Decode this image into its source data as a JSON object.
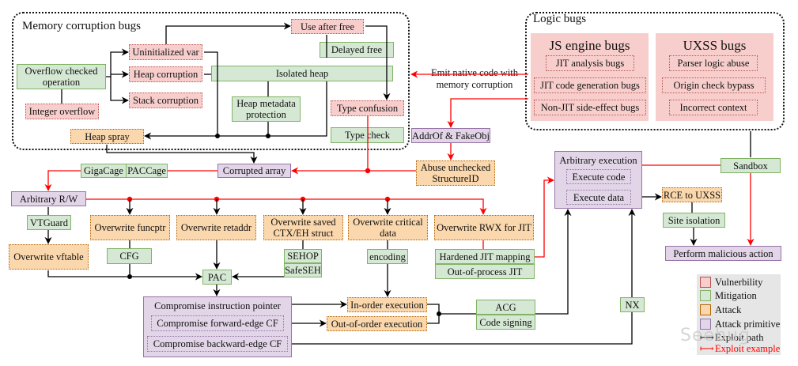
{
  "groups": {
    "memory": {
      "title": "Memory corruption bugs"
    },
    "logic": {
      "title": "Logic bugs"
    }
  },
  "panels": {
    "js": {
      "title": "JS engine bugs",
      "items": [
        "JIT analysis bugs",
        "JIT code generation bugs",
        "Non-JIT side-effect bugs"
      ]
    },
    "uxss": {
      "title": "UXSS bugs",
      "items": [
        "Parser logic abuse",
        "Origin check bypass",
        "Incorrect context"
      ]
    }
  },
  "nodes": {
    "overflow_checked": "Overflow checked operation",
    "integer_overflow": "Integer overflow",
    "uninit_var": "Uninitialized var",
    "heap_corruption": "Heap corruption",
    "stack_corruption": "Stack corruption",
    "isolated_heap": "Isolated heap",
    "heap_metadata": "Heap metadata protection",
    "use_after_free": "Use after free",
    "delayed_free": "Delayed free",
    "type_confusion": "Type confusion",
    "type_check": "Type check",
    "heap_spray": "Heap spray",
    "addrof_fakeobj": "AddrOf & FakeObj",
    "abuse_structureid": "Abuse unchecked StructureID",
    "gigacage": "GigaCage",
    "paccage": "PACCage",
    "corrupted_array": "Corrupted array",
    "arbitrary_rw": "Arbitrary R/W",
    "vtguard": "VTGuard",
    "overwrite_vftable": "Overwrite vftable",
    "overwrite_funcptr": "Overwrite funcptr",
    "cfg": "CFG",
    "overwrite_retaddr": "Overwrite retaddr",
    "overwrite_ctx": "Overwrite saved CTX/EH struct",
    "sehop": "SEHOP",
    "safeseh": "SafeSEH",
    "overwrite_critical": "Overwrite critical data",
    "encoding": "encoding",
    "overwrite_rwx": "Overwrite RWX for JIT",
    "hardened_jit": "Hardened JIT mapping",
    "oop_jit": "Out-of-process JIT",
    "pac": "PAC",
    "compromise_ip": "Compromise instruction pointer",
    "compromise_fwd": "Compromise forward-edge CF",
    "compromise_bwd": "Compromise backward-edge CF",
    "inorder_exec": "In-order execution",
    "ooo_exec": "Out-of-order execution",
    "acg": "ACG",
    "code_signing": "Code signing",
    "nx": "NX",
    "arbitrary_exec": "Arbitrary execution",
    "execute_code": "Execute code",
    "execute_data": "Execute data",
    "rce_uxss": "RCE to UXSS",
    "site_isolation": "Site isolation",
    "sandbox": "Sandbox",
    "perform_malicious": "Perform malicious action"
  },
  "edge_labels": {
    "emit_native": "Emit native code with memory corruption"
  },
  "legend": {
    "items": [
      {
        "label": "Vulnerbility",
        "color": "#f8cecc",
        "border": "#b85450"
      },
      {
        "label": "Mitigation",
        "color": "#d5e8d4",
        "border": "#82b366"
      },
      {
        "label": "Attack",
        "color": "#fad7ac",
        "border": "#b46504"
      },
      {
        "label": "Attack primitive",
        "color": "#e1d5e7",
        "border": "#9673a6"
      }
    ],
    "exploit_path": "Exploit path",
    "exploit_example": "Exploit example",
    "path_color": "#000000",
    "example_color": "#ff0000"
  },
  "watermark": "Seebug"
}
